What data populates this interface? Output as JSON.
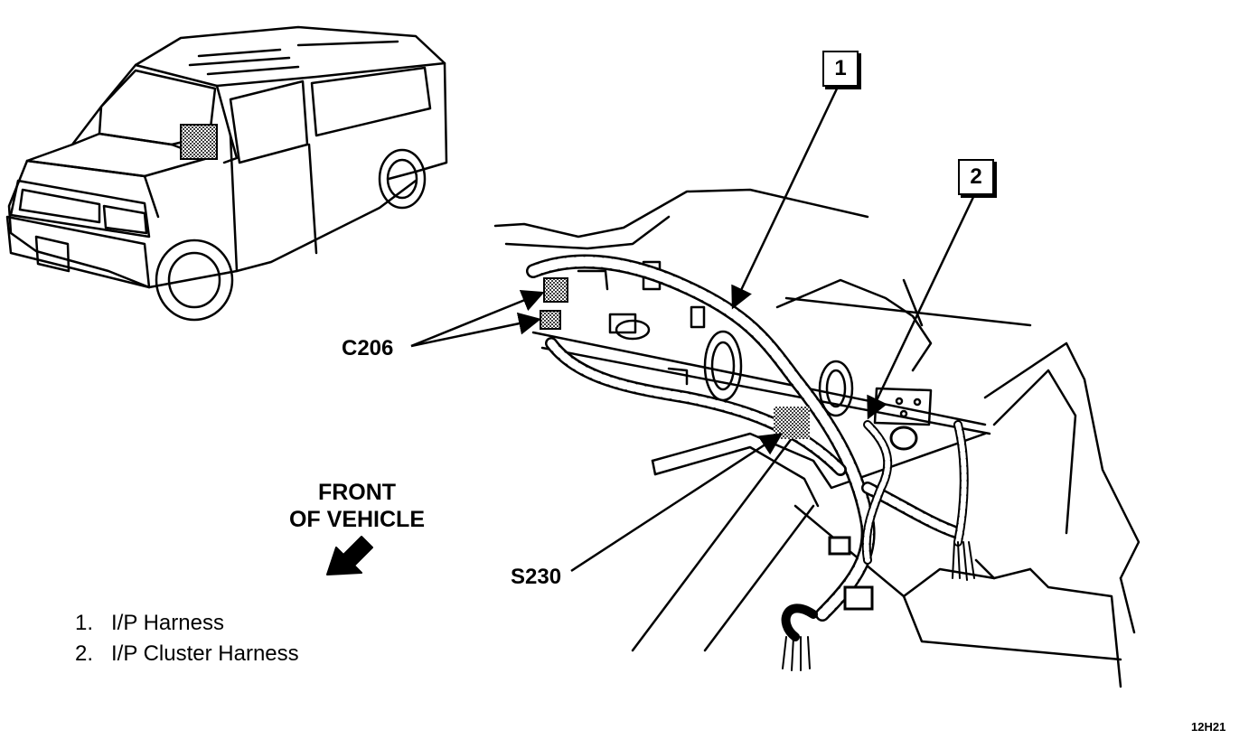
{
  "callouts": [
    {
      "number": "1"
    },
    {
      "number": "2"
    }
  ],
  "connectors": {
    "c206": "C206",
    "s230": "S230"
  },
  "orientation": {
    "line1": "FRONT",
    "line2": "OF VEHICLE"
  },
  "legend": [
    {
      "number": "1.",
      "text": "I/P Harness"
    },
    {
      "number": "2.",
      "text": "I/P Cluster Harness"
    }
  ],
  "figure_code": "12H21"
}
